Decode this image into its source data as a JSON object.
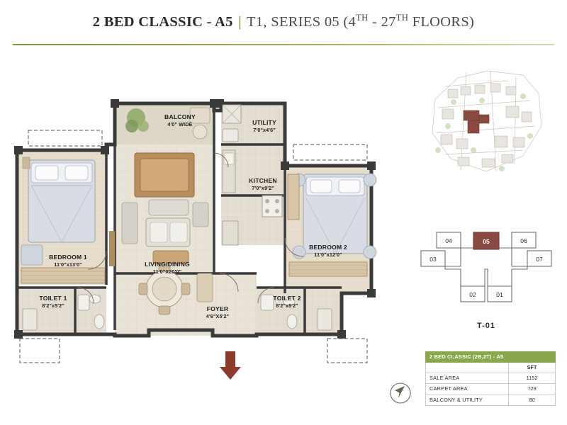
{
  "header": {
    "unit_type": "2 BED CLASSIC - A5",
    "separator": "|",
    "tower_series_pre": "T1, SERIES 05 (4",
    "sup1": "TH",
    "tower_series_mid": " - 27",
    "sup2": "TH",
    "tower_series_post": " FLOORS)"
  },
  "rooms": [
    {
      "name": "BALCONY",
      "dim": "4'0\" WIDE"
    },
    {
      "name": "UTILITY",
      "dim": "7'0\"x4'6\""
    },
    {
      "name": "KITCHEN",
      "dim": "7'0\"x9'2\""
    },
    {
      "name": "BEDROOM 1",
      "dim": "11'0\"x13'0\""
    },
    {
      "name": "BEDROOM 2",
      "dim": "11'0\"x12'0\""
    },
    {
      "name": "LIVING/DINING",
      "dim": "11'0\"X20'0\""
    },
    {
      "name": "TOILET 1",
      "dim": "8'2\"x5'2\""
    },
    {
      "name": "TOILET 2",
      "dim": "8'2\"x5'2\""
    },
    {
      "name": "FOYER",
      "dim": "4'6\"X5'2\""
    }
  ],
  "keyplan": {
    "units_top": [
      "04",
      "05",
      "06"
    ],
    "units_side_left": "03",
    "units_side_right": "07",
    "units_bottom": [
      "02",
      "01"
    ],
    "highlighted_unit": "05",
    "tower_code": "T-01",
    "highlight_color": "#8a4a41"
  },
  "area_table": {
    "title": "2 BED CLASSIC (2B,2T) - A5",
    "unit_header": "SFT",
    "rows": [
      {
        "label": "SALE AREA",
        "value": "1152"
      },
      {
        "label": "CARPET AREA",
        "value": "729"
      },
      {
        "label": "BALCONY & UTILITY",
        "value": "80"
      }
    ]
  },
  "icons": {
    "north_main": "north-arrow-icon",
    "north_key": "north-arrow-icon",
    "entry_arrow": "entry-direction-arrow"
  },
  "colors": {
    "accent_green": "#7c9c3e",
    "table_header": "#8aa74b",
    "wall_dark": "#3a3a3a",
    "floor_tan": "#e8e0d2"
  }
}
